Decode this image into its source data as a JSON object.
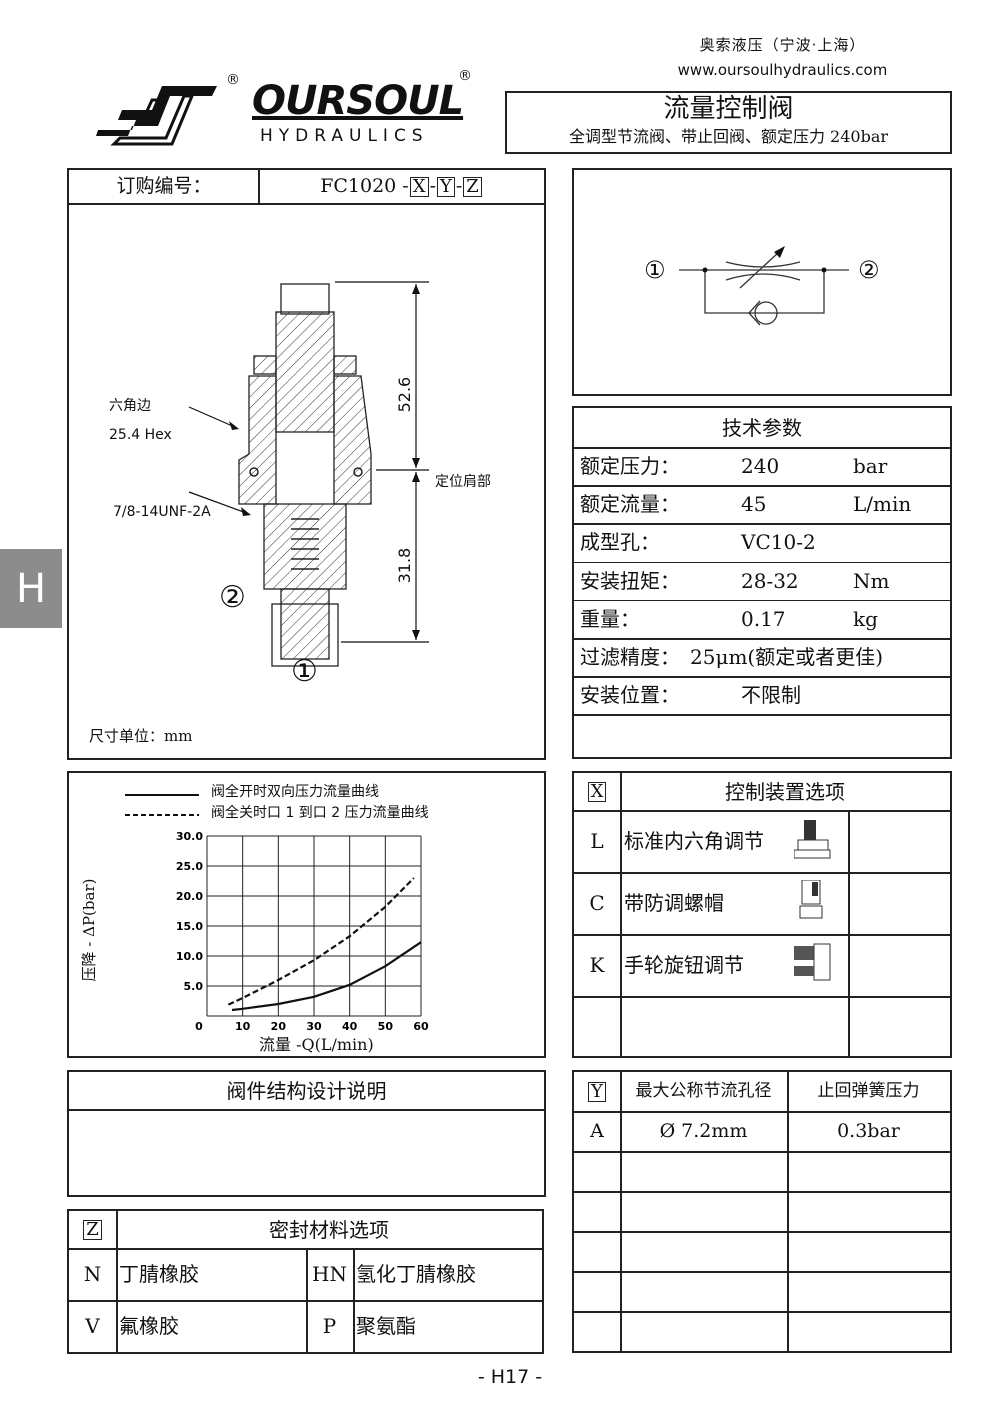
{
  "header": {
    "company": "奥索液压（宁波·上海）",
    "website": "www.oursoulhydraulics.com",
    "brand": "OURSOUL",
    "brand_sub": "HYDRAULICS",
    "registered": "®"
  },
  "title": {
    "main": "流量控制阀",
    "sub": "全调型节流阀、带止回阀、额定压力 240bar"
  },
  "order": {
    "label": "订购编号：",
    "code": "FC1020 -",
    "x": "X",
    "y": "Y",
    "z": "Z",
    "dash": "-"
  },
  "drawing": {
    "hex_label": "六角边",
    "hex_size": "25.4 Hex",
    "thread": "7/8-14UNF-2A",
    "shoulder": "定位肩部",
    "dim_top": "52.6",
    "dim_bottom": "31.8",
    "port1": "①",
    "port2": "②",
    "unit_note": "尺寸单位：mm"
  },
  "symbol": {
    "port1": "①",
    "port2": "②"
  },
  "specs": {
    "title": "技术参数",
    "rows": [
      {
        "label": "额定压力：",
        "value": "240",
        "unit": "bar"
      },
      {
        "label": "额定流量：",
        "value": "45",
        "unit": "L/min"
      },
      {
        "label": "成型孔：",
        "value": "VC10-2",
        "unit": ""
      },
      {
        "label": "安装扭矩：",
        "value": "28-32",
        "unit": "Nm"
      },
      {
        "label": "重量：",
        "value": "0.17",
        "unit": "kg"
      },
      {
        "label": "过滤精度：",
        "value": "25μm(额定或者更佳)",
        "unit": ""
      },
      {
        "label": "安装位置：",
        "value": "不限制",
        "unit": ""
      }
    ]
  },
  "chart_data": {
    "type": "line",
    "xlabel": "流量 -Q(L/min)",
    "ylabel": "压降 - ΔP(bar)",
    "xlim": [
      0,
      60
    ],
    "ylim": [
      0,
      30
    ],
    "xticks": [
      "0",
      "10",
      "20",
      "30",
      "40",
      "50",
      "60"
    ],
    "yticks": [
      "5.0",
      "10.0",
      "15.0",
      "20.0",
      "25.0",
      "30.0"
    ],
    "grid": true,
    "legend_position": "top",
    "series": [
      {
        "name": "阀全开时双向压力流量曲线",
        "style": "solid",
        "x": [
          7,
          10,
          20,
          30,
          40,
          50,
          60
        ],
        "y": [
          1.0,
          1.2,
          2.0,
          3.2,
          5.2,
          8.3,
          12.3
        ]
      },
      {
        "name": "阀全关时口 1 到口 2 压力流量曲线",
        "style": "dashed",
        "x": [
          6,
          10,
          20,
          30,
          40,
          50,
          58
        ],
        "y": [
          1.9,
          3.0,
          6.0,
          9.3,
          13.3,
          18.2,
          23.0
        ]
      }
    ]
  },
  "x_options": {
    "key": "X",
    "title": "控制装置选项",
    "rows": [
      {
        "code": "L",
        "label": "标准内六角调节",
        "icon": "hex-adjust-icon"
      },
      {
        "code": "C",
        "label": "带防调螺帽",
        "icon": "tamper-cap-icon"
      },
      {
        "code": "K",
        "label": "手轮旋钮调节",
        "icon": "handknob-icon"
      }
    ]
  },
  "description": {
    "title": "阀件结构设计说明"
  },
  "y_options": {
    "key": "Y",
    "col1": "最大公称节流孔径",
    "col2": "止回弹簧压力",
    "rows": [
      {
        "code": "A",
        "orifice": "Ø 7.2mm",
        "spring": "0.3bar"
      }
    ]
  },
  "z_options": {
    "key": "Z",
    "title": "密封材料选项",
    "rows": [
      {
        "code1": "N",
        "label1": "丁腈橡胶",
        "code2": "HN",
        "label2": "氢化丁腈橡胶"
      },
      {
        "code1": "V",
        "label1": "氟橡胶",
        "code2": "P",
        "label2": "聚氨酯"
      }
    ]
  },
  "side_tab": "H",
  "footer": {
    "page": "- H17 -"
  }
}
